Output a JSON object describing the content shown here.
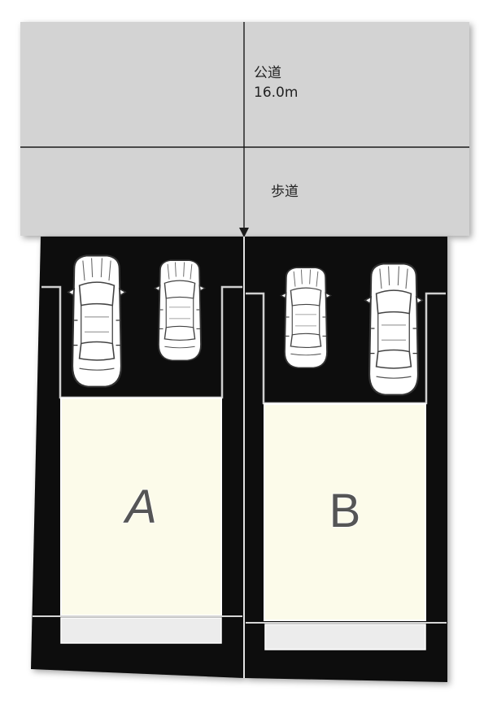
{
  "road": {
    "name": "公道",
    "width": "16.0m"
  },
  "sidewalk": {
    "name": "歩道"
  },
  "lots": [
    {
      "label": "A"
    },
    {
      "label": "B"
    }
  ],
  "colors": {
    "road": "#d3d3d3",
    "site": "#0a0a0a",
    "building": "#fcfbea",
    "strip": "#ececec",
    "car_body": "#ffffff"
  },
  "icons": {
    "car": "car-top-view-icon",
    "arrow": "arrow-down-icon"
  }
}
